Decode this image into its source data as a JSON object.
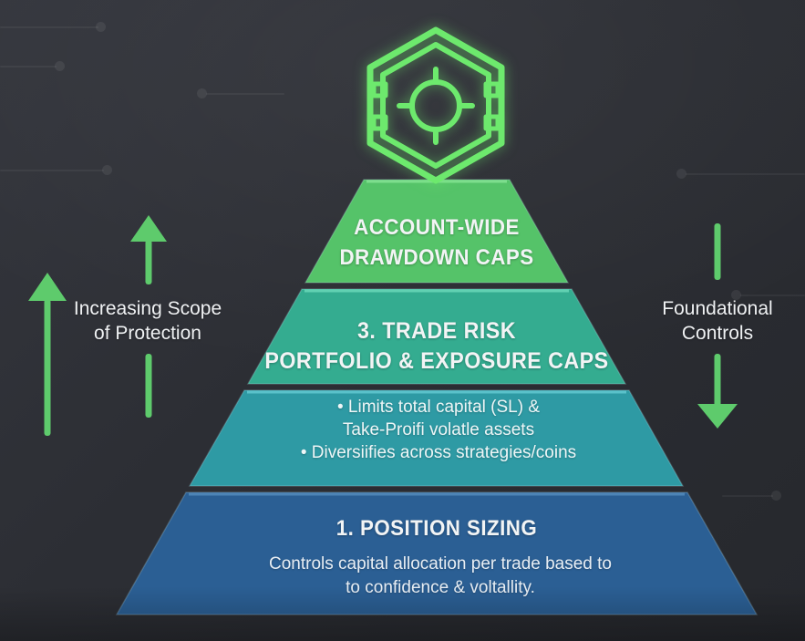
{
  "meta": {
    "kind": "risk-management-pyramid-infographic"
  },
  "colors": {
    "background": "#2b2d33",
    "accent_green": "#5ecb6c",
    "icon_green": "#6de96d",
    "text": "#f2f4f5"
  },
  "icon": {
    "name": "vault-shield-hexagon-icon"
  },
  "annotations": {
    "left": {
      "line1": "Increasing Scope",
      "line2": "of Protection"
    },
    "right": {
      "line1": "Foundational",
      "line2": "Controls"
    }
  },
  "pyramid": {
    "tiers": [
      {
        "name": "account-wide-drawdown-caps",
        "fill": "#55c369",
        "highlight": "#82e192",
        "line1": "ACCOUNT-WIDE",
        "line2": "DRAWDOWN CAPS"
      },
      {
        "name": "trade-risk",
        "fill": "#34ac90",
        "highlight": "#66d6b6",
        "line1": "3. TRADE RISK",
        "line2": "PORTFOLIO & EXPOSURE CAPS"
      },
      {
        "name": "trade-risk-details",
        "fill": "#2e9aa4",
        "highlight": "#5fc6cf",
        "bullet1": "• Limits total capital (SL) &",
        "bullet1b": "Take-Proifi volatle assets",
        "bullet2": "• Diversiifies across strategies/coins"
      },
      {
        "name": "position-sizing",
        "fill": "#2b5f94",
        "highlight": "#5189ba",
        "heading": "1. POSITION SIZING",
        "body1": "Controls capital allocation per trade based to",
        "body2": "to confidence & voltallity."
      }
    ]
  }
}
